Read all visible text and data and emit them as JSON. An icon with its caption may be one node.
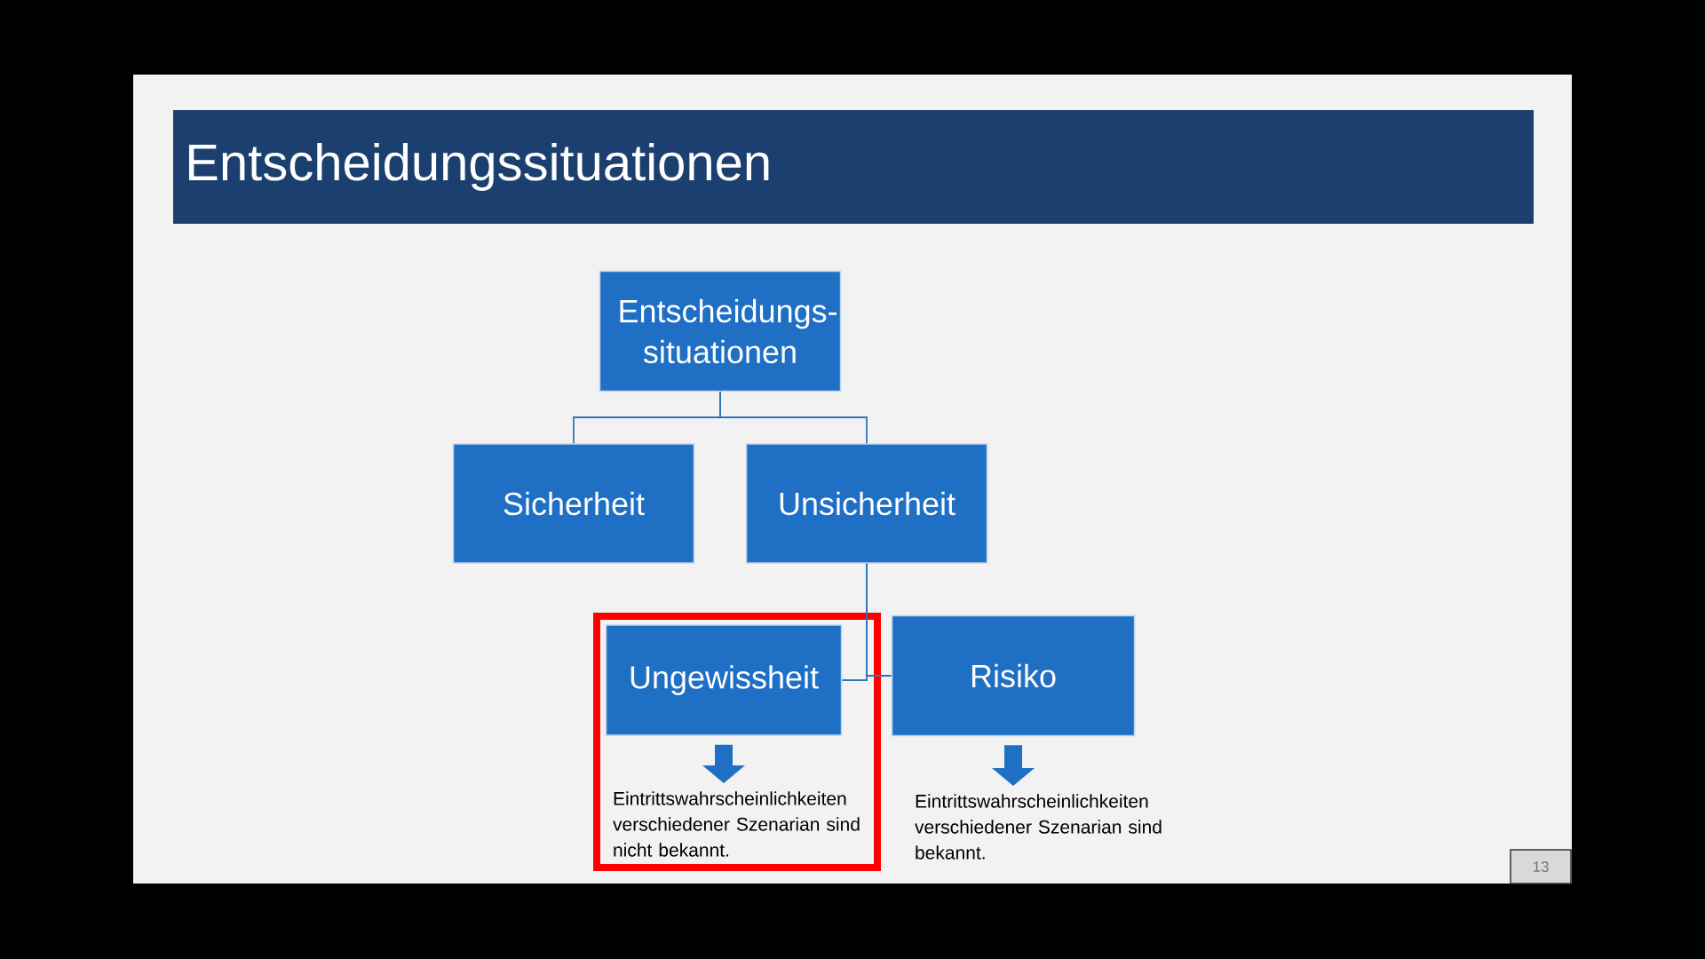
{
  "diagram": {
    "title": "Entscheidungssituationen",
    "nodes": [
      {
        "text": [
          "Entscheidungs- situationen"
        ]
      },
      {
        "text": [
          "Sicherheit"
        ]
      },
      {
        "text": [
          "Unsicherheit"
        ]
      },
      {
        "text": [
          "Ungewissheit"
        ]
      },
      {
        "text": [
          "Risiko"
        ]
      },
      {
        "text": [
          "Eintrittswahrscheinlichkeiten verschiedener Szenarian sind nicht bekannt."
        ]
      },
      {
        "text": [
          "Eintrittswahrscheinlichkeiten verschiedener Szenarian sind bekannt."
        ]
      }
    ],
    "edges": [
      {
        "from": 0,
        "to": 1,
        "arrow": "none"
      },
      {
        "from": 0,
        "to": 2,
        "arrow": "none"
      },
      {
        "from": 2,
        "to": 3,
        "arrow": "none"
      },
      {
        "from": 2,
        "to": 4,
        "arrow": "none"
      },
      {
        "from": 3,
        "to": 5,
        "arrow": "to",
        "style": "thick"
      },
      {
        "from": 4,
        "to": 6,
        "arrow": "to",
        "style": "thick"
      }
    ],
    "labels": [
      "13"
    ]
  }
}
